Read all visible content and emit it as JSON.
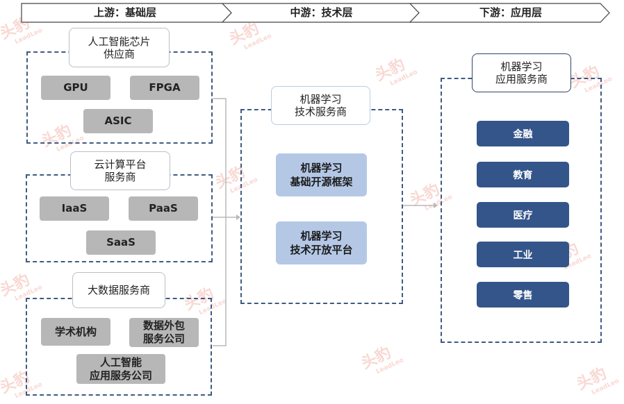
{
  "header": {
    "stages": [
      "上游：基础层",
      "中游：技术层",
      "下游：应用层"
    ]
  },
  "upstream": {
    "groups": [
      {
        "title": [
          "人工智能芯片",
          "供应商"
        ],
        "items": [
          [
            "GPU"
          ],
          [
            "FPGA"
          ],
          [
            "ASIC"
          ]
        ]
      },
      {
        "title": [
          "云计算平台",
          "服务商"
        ],
        "items": [
          [
            "IaaS"
          ],
          [
            "PaaS"
          ],
          [
            "SaaS"
          ]
        ]
      },
      {
        "title": [
          "大数据服务商"
        ],
        "items": [
          [
            "学术机构"
          ],
          [
            "数据外包",
            "服务公司"
          ],
          [
            "人工智能",
            "应用服务公司"
          ]
        ]
      }
    ]
  },
  "midstream": {
    "title": [
      "机器学习",
      "技术服务商"
    ],
    "items": [
      [
        "机器学习",
        "基础开源框架"
      ],
      [
        "机器学习",
        "技术开放平台"
      ]
    ]
  },
  "downstream": {
    "title": [
      "机器学习",
      "应用服务商"
    ],
    "items": [
      "金融",
      "教育",
      "医疗",
      "工业",
      "零售"
    ]
  },
  "watermark": {
    "brand_cn": "头豹",
    "brand_en": "LeadLeo"
  }
}
